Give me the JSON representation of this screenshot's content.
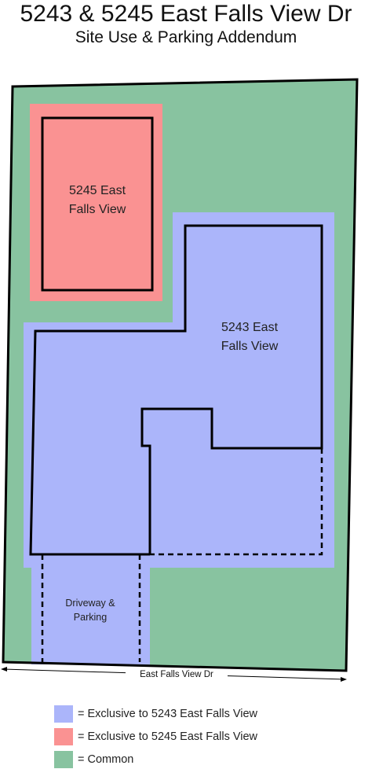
{
  "title": "5243 & 5245 East Falls View Dr",
  "subtitle": "Site Use & Parking Addendum",
  "colors": {
    "exclusive_5243": "#abb5fa",
    "exclusive_5245": "#fa9292",
    "common": "#88c3a0",
    "outline": "#000000"
  },
  "areas": {
    "unit_5245": "5245 East Falls View",
    "unit_5243": "5243 East Falls View",
    "driveway": "Driveway & Parking"
  },
  "street": "East Falls View Dr",
  "legend": [
    {
      "color": "#abb5fa",
      "label": "= Exclusive to 5243 East Falls View"
    },
    {
      "color": "#fa9292",
      "label": "= Exclusive to 5245 East Falls View"
    },
    {
      "color": "#88c3a0",
      "label": "= Common"
    }
  ]
}
